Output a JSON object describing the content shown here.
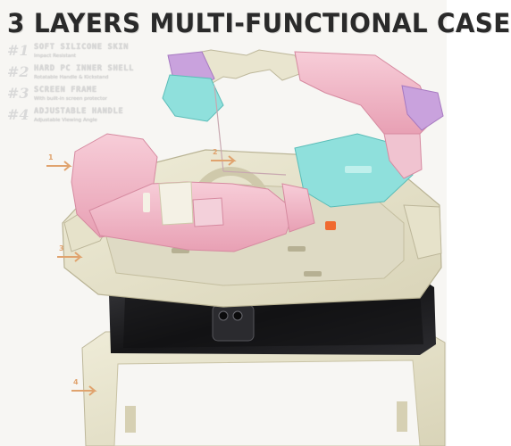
{
  "title": "3 LAYERS MULTI-FUNCTIONAL CASE",
  "features": [
    {
      "number": "#1",
      "title": "SOFT SILICONE SKIN",
      "subtitle": "Impact Resistant"
    },
    {
      "number": "#2",
      "title": "HARD PC INNER SHELL",
      "subtitle": "Rotatable Handle & Kickstand"
    },
    {
      "number": "#3",
      "title": "SCREEN FRAME",
      "subtitle": "With built-in screen protector"
    },
    {
      "number": "#4",
      "title": "ADJUSTABLE HANDLE",
      "subtitle": "Adjustable Viewing Angle"
    }
  ],
  "callouts": [
    "1",
    "2",
    "3",
    "4"
  ],
  "colors": {
    "pink": "#f2b8c8",
    "lavender": "#c9a2dd",
    "aqua": "#8fe0dc",
    "beige": "#e9e5cf",
    "tablet": "#1c1c1e",
    "orange_accent": "#f06a30",
    "callout_arrow": "#e0a36e"
  }
}
